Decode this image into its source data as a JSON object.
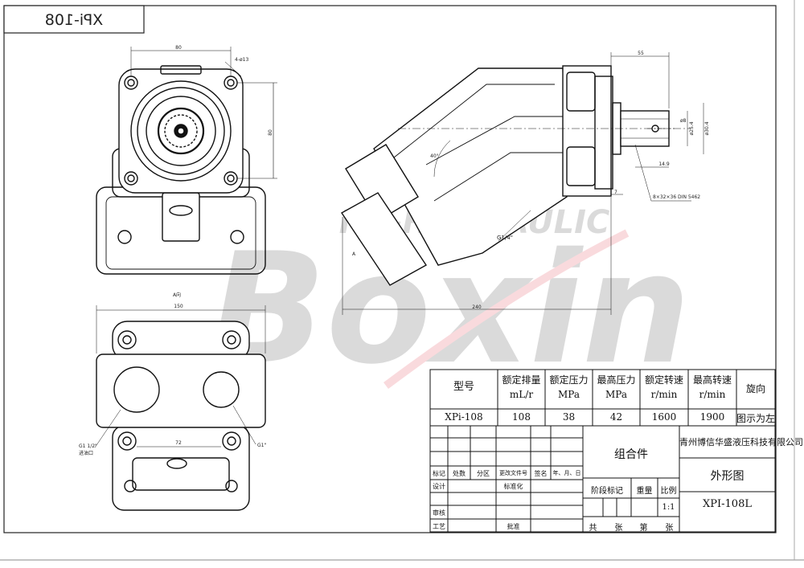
{
  "drawing_code_box": "XPi-108",
  "watermark": {
    "brand": "Boxin",
    "subtitle": "HS-HYDRAULIC"
  },
  "dimensions": {
    "front_width": "80",
    "front_holes": "4-ø13",
    "front_height": "80",
    "side_top": "55",
    "side_shaft_d1": "ø8",
    "side_shaft_d2": "ø25.4",
    "side_shaft_d3": "ø30.4",
    "side_14_9": "14.9",
    "side_spline": "8×32×36 DIN 5462",
    "side_angle": "40°",
    "side_port": "G1/4\"",
    "side_a": "A",
    "side_7": "7",
    "side_length": "240",
    "bottom_width": "150",
    "bottom_a_label": "A向",
    "bottom_port_left": "G1 1/2\"",
    "bottom_port_left_note": "进油口",
    "bottom_port_right": "G1\"",
    "bottom_72": "72"
  },
  "spec_table": {
    "headers": [
      [
        "型号",
        ""
      ],
      [
        "额定排量",
        "mL/r"
      ],
      [
        "额定压力",
        "MPa"
      ],
      [
        "最高压力",
        "MPa"
      ],
      [
        "额定转速",
        "r/min"
      ],
      [
        "最高转速",
        "r/min"
      ],
      [
        "旋向",
        ""
      ]
    ],
    "row": [
      "XPi-108",
      "108",
      "38",
      "42",
      "1600",
      "1900",
      "图示为左"
    ]
  },
  "title_block": {
    "company": "青州博信华盛液压科技有限公司",
    "assembly": "组合件",
    "drawing_title": "外形图",
    "drawing_no": "XPI-108L",
    "scale_label": "比例",
    "scale_value": "1:1",
    "stage_mark": "阶段标记",
    "weight": "重量",
    "labels_row": [
      "标记",
      "处数",
      "分区",
      "更改文件号",
      "签名",
      "年、月、日"
    ],
    "design": "设计",
    "standardize": "标准化",
    "review": "审核",
    "process": "工艺",
    "approve": "批准",
    "sheet_total": "共",
    "sheet_total_unit": "张",
    "sheet_no": "第",
    "sheet_no_unit": "张"
  }
}
